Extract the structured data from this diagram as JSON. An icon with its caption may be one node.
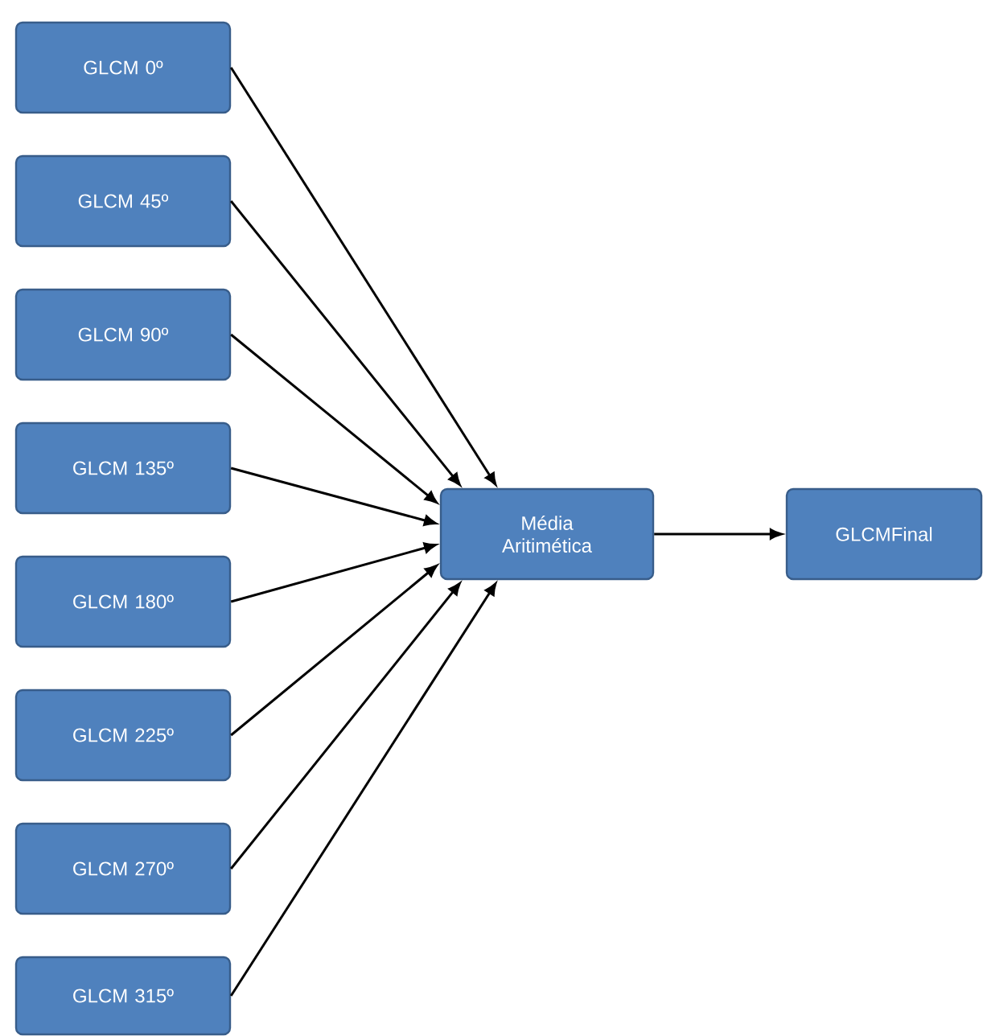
{
  "diagram": {
    "nodes": [
      {
        "text": [
          "GLCM 0º"
        ]
      },
      {
        "text": [
          "GLCM 45º"
        ]
      },
      {
        "text": [
          "GLCM 90º"
        ]
      },
      {
        "text": [
          "GLCM 135º"
        ]
      },
      {
        "text": [
          "GLCM 180º"
        ]
      },
      {
        "text": [
          "GLCM 225º"
        ]
      },
      {
        "text": [
          "GLCM 270º"
        ]
      },
      {
        "text": [
          "GLCM 315º"
        ]
      },
      {
        "text": [
          "Média Aritimética"
        ]
      },
      {
        "text": [
          "GLCMFinal"
        ]
      }
    ],
    "edges": [
      {
        "from": 0,
        "to": 8,
        "arrow": "to"
      },
      {
        "from": 1,
        "to": 8,
        "arrow": "to"
      },
      {
        "from": 2,
        "to": 8,
        "arrow": "to"
      },
      {
        "from": 3,
        "to": 8,
        "arrow": "to"
      },
      {
        "from": 4,
        "to": 8,
        "arrow": "to"
      },
      {
        "from": 5,
        "to": 8,
        "arrow": "to"
      },
      {
        "from": 6,
        "to": 8,
        "arrow": "to"
      },
      {
        "from": 7,
        "to": 8,
        "arrow": "to"
      },
      {
        "from": 8,
        "to": 9,
        "arrow": "to"
      }
    ]
  }
}
